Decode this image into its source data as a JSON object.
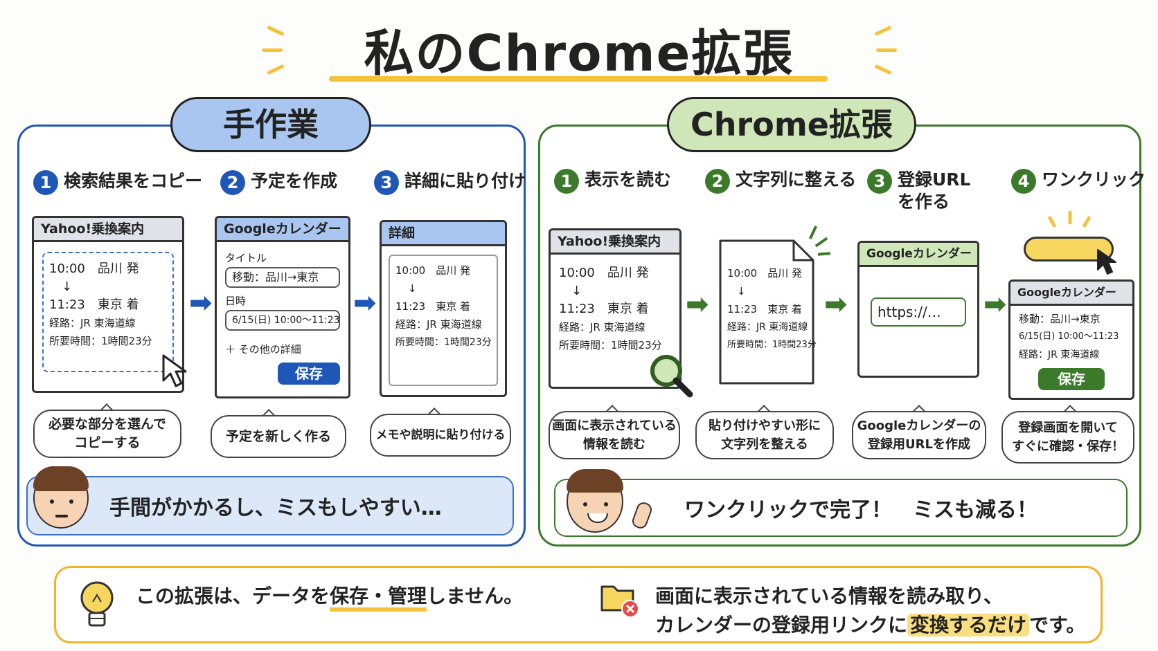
{
  "title": "私のChrome拡張",
  "manual": {
    "label": "手作業",
    "steps": [
      {
        "num": "1",
        "label": "検索結果をコピー"
      },
      {
        "num": "2",
        "label": "予定を作成"
      },
      {
        "num": "3",
        "label": "詳細に貼り付け"
      }
    ],
    "win1": {
      "head": "Yahoo!乗換案内",
      "lines": [
        "10:00　品川 発",
        "↓",
        "11:23　東京 着",
        "経路：JR 東海道線",
        "所要時間：1時間23分"
      ]
    },
    "win2": {
      "head": "Googleカレンダー",
      "title_label": "タイトル",
      "title_value": "移動：品川→東京",
      "time_label": "日時",
      "time_value": "6/15(日) 10:00〜11:23",
      "more": "＋ その他の詳細",
      "save": "保存"
    },
    "win3": {
      "head": "詳細",
      "lines": [
        "10:00　品川 発",
        "↓",
        "11:23　東京 着",
        "経路：JR 東海道線",
        "所要時間：1時間23分"
      ]
    },
    "bubbles": [
      "必要な部分を選んで\nコピーする",
      "予定を新しく作る",
      "メモや説明に貼り付ける"
    ],
    "note": "手間がかかるし、ミスもしやすい…"
  },
  "ext": {
    "label": "Chrome拡張",
    "steps": [
      {
        "num": "1",
        "label": "表示を読む"
      },
      {
        "num": "2",
        "label": "文字列に整える"
      },
      {
        "num": "3",
        "label": "登録URL\nを作る"
      },
      {
        "num": "4",
        "label": "ワンクリック"
      }
    ],
    "win1": {
      "head": "Yahoo!乗換案内",
      "lines": [
        "10:00　品川 発",
        "↓",
        "11:23　東京 着",
        "経路：JR 東海道線",
        "所要時間：1時間23分"
      ]
    },
    "doc": {
      "lines": [
        "10:00　品川 発",
        "↓",
        "11:23　東京 着",
        "経路：JR 東海道線",
        "所要時間：1時間23分"
      ]
    },
    "win3": {
      "head": "Googleカレンダー",
      "url": "https://…"
    },
    "win4": {
      "head": "Googleカレンダー",
      "lines": [
        "移動：品川→東京",
        "6/15(日) 10:00〜11:23",
        "経路：JR 東海道線"
      ],
      "save": "保存"
    },
    "bubbles": [
      "画面に表示されている\n情報を読む",
      "貼り付けやすい形に\n文字列を整える",
      "Googleカレンダーの\n登録用URLを作成",
      "登録画面を開いて\nすぐに確認・保存！"
    ],
    "note": "ワンクリックで完了！　ミスも減る！"
  },
  "footer": {
    "line1_a": "この拡張は、データを",
    "line1_hl": "保存・管理",
    "line1_b": "しません。",
    "line2": "画面に表示されている情報を読み取り、",
    "line3_a": "カレンダーの登録用リンクに",
    "line3_hl": "変換するだけ",
    "line3_b": "です。"
  },
  "colors": {
    "blue": "#1f57b8",
    "green": "#3b7a2a",
    "yellow": "#f5c33b"
  }
}
